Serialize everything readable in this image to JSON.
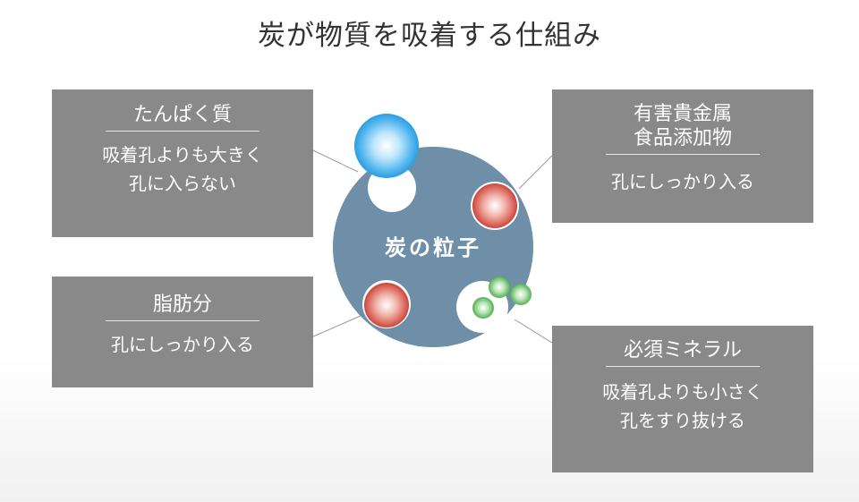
{
  "title": "炭が物質を吸着する仕組み",
  "center_label": "炭の粒子",
  "boxes": {
    "protein": {
      "heading": "たんぱく質",
      "lines": [
        "吸着孔よりも大きく",
        "孔に入らない"
      ]
    },
    "fat": {
      "heading": "脂肪分",
      "lines": [
        "孔にしっかり入る"
      ]
    },
    "harmful": {
      "heading_lines": [
        "有害貴金属",
        "食品添加物"
      ],
      "lines": [
        "孔にしっかり入る"
      ]
    },
    "mineral": {
      "heading": "必須ミネラル",
      "lines": [
        "吸着孔よりも小さく",
        "孔をすり抜ける"
      ]
    }
  },
  "colors": {
    "box_background": "#898989",
    "particle": "#6f8ea7",
    "protein_ball": "#3fa9e6",
    "fat_ball": "#d9655a",
    "mineral_ball": "#6cbf6c"
  }
}
